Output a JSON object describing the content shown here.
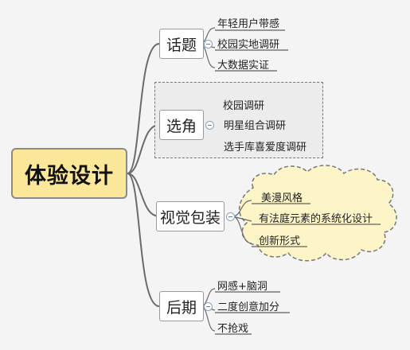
{
  "root": {
    "label": "体验设计"
  },
  "branches": [
    {
      "label": "话题",
      "leaves": [
        "年轻用户带感",
        "校园实地调研",
        "大数据实证"
      ]
    },
    {
      "label": "选角",
      "leaves": [
        "校园调研",
        "明星组合调研",
        "选手库喜爱度调研"
      ]
    },
    {
      "label": "视觉包装",
      "leaves": [
        "美漫风格",
        "有法庭元素的系统化设计",
        "创新形式"
      ]
    },
    {
      "label": "后期",
      "leaves": [
        "网感+脑洞",
        "二度创意加分",
        "不抢戏"
      ]
    }
  ],
  "colors": {
    "root_fill": "#fbe79a",
    "cloud_fill": "#fdf5c8",
    "line": "#6b6b6b",
    "leaf_underline": "#3a3a3a"
  }
}
